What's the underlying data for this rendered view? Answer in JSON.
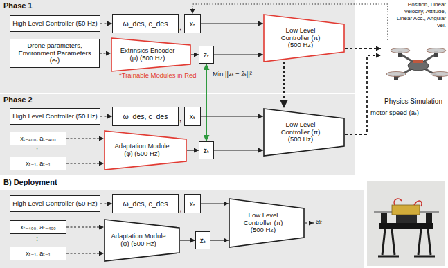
{
  "diagram": {
    "nodes": [
      {
        "text": [
          "Phase 1"
        ]
      },
      {
        "text": [
          "High Level Controller (50 Hz)"
        ],
        "in": 0
      },
      {
        "text": [
          "ω_des, c_des"
        ],
        "in": 0
      },
      {
        "text": [
          "xₜ"
        ],
        "in": 0
      },
      {
        "text": [
          "Drone parameters, Environment Parameters",
          "(eₜ)"
        ],
        "in": 0
      },
      {
        "text": [
          "Extrinsics Encoder (μ) (500 Hz)"
        ],
        "in": 0
      },
      {
        "text": [
          "zₜ"
        ],
        "in": 0
      },
      {
        "text": [
          "Low Level Controller (π) (500 Hz)"
        ],
        "in": 0
      },
      {
        "text": [
          "Phase 2"
        ]
      },
      {
        "text": [
          "High Level Controller (50 Hz)"
        ],
        "in": 8
      },
      {
        "text": [
          "ω_des, c_des"
        ],
        "in": 8
      },
      {
        "text": [
          "xₜ"
        ],
        "in": 8
      },
      {
        "text": [
          "xₜ₋₄₀₀, aₜ₋₄₀₀"
        ],
        "in": 8
      },
      {
        "text": [
          "xₜ₋₁, aₜ₋₁"
        ],
        "in": 8
      },
      {
        "text": [
          "Adaptation Module (φ) (500 Hz)"
        ],
        "in": 8
      },
      {
        "text": [
          "ẑₜ"
        ],
        "in": 8
      },
      {
        "text": [
          "Low Level Controller (π) (500 Hz)"
        ],
        "in": 8
      },
      {
        "text": [
          "Physics Simulation"
        ]
      },
      {
        "text": [
          "B) Deployment"
        ]
      },
      {
        "text": [
          "High Level Controller (50 Hz)"
        ],
        "in": 18
      },
      {
        "text": [
          "ω_des, c_des"
        ],
        "in": 18
      },
      {
        "text": [
          "xₜ"
        ],
        "in": 18
      },
      {
        "text": [
          "xₜ₋₄₀₀, aₜ₋₄₀₀"
        ],
        "in": 18
      },
      {
        "text": [
          "xₜ₋₁, aₜ₋₁"
        ],
        "in": 18
      },
      {
        "text": [
          "Adaptation Module (φ) (500 Hz)"
        ],
        "in": 18
      },
      {
        "text": [
          "ẑₜ"
        ],
        "in": 18
      },
      {
        "text": [
          "Low Level Controller (π) (500 Hz)"
        ],
        "in": 18
      }
    ],
    "edges": [
      {
        "from": 1,
        "to": 2,
        "arrow": "to"
      },
      {
        "from": 4,
        "to": 5,
        "arrow": "to"
      },
      {
        "from": 5,
        "to": 6,
        "arrow": "to"
      },
      {
        "from": 3,
        "to": 7,
        "arrow": "to"
      },
      {
        "from": 6,
        "to": 7,
        "arrow": "to"
      },
      {
        "from": 7,
        "to": 17,
        "arrow": "to"
      },
      {
        "from": 17,
        "to": 3,
        "arrow": "to"
      },
      {
        "from": 6,
        "to": 15,
        "arrow": "both",
        "label": "Min ||zₜ − ẑₜ||²"
      },
      {
        "from": 7,
        "to": 16,
        "arrow": "to"
      },
      {
        "from": 9,
        "to": 10,
        "arrow": "to"
      },
      {
        "from": 12,
        "to": 14,
        "arrow": "to"
      },
      {
        "from": 13,
        "to": 14,
        "arrow": "to"
      },
      {
        "from": 14,
        "to": 15,
        "arrow": "to"
      },
      {
        "from": 11,
        "to": 16,
        "arrow": "to"
      },
      {
        "from": 15,
        "to": 16,
        "arrow": "to"
      },
      {
        "from": 16,
        "to": 17,
        "arrow": "to"
      },
      {
        "from": 19,
        "to": 20,
        "arrow": "to"
      },
      {
        "from": 22,
        "to": 24,
        "arrow": "to"
      },
      {
        "from": 23,
        "to": 24,
        "arrow": "to"
      },
      {
        "from": 24,
        "to": 25,
        "arrow": "to"
      },
      {
        "from": 21,
        "to": 26,
        "arrow": "to"
      },
      {
        "from": 25,
        "to": 26,
        "arrow": "to"
      }
    ],
    "labels": [
      "*Trainable Modules in Red",
      "Position, Linear Velocity, Attitude, Linear Acc., Angular Vel.",
      "motor speed (aₜ)",
      ",",
      ",",
      ":",
      ",",
      ":",
      "aₜ"
    ]
  }
}
